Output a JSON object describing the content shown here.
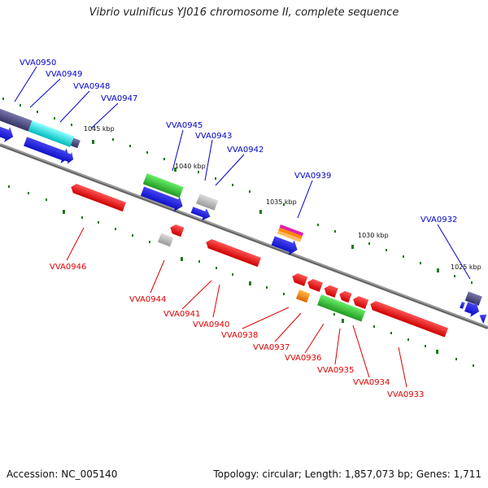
{
  "title": "Vibrio vulnificus YJ016 chromosome II, complete sequence",
  "footer": {
    "accession": "Accession: NC_005140",
    "topology": "Topology: circular; Length: 1,857,073 bp; Genes: 1,711"
  },
  "kbp_labels": [
    "1045 kbp",
    "1040 kbp",
    "1035 kbp",
    "1030 kbp",
    "1025 kbp"
  ],
  "gene_labels": {
    "top": [
      "VVA0950",
      "VVA0949",
      "VVA0948",
      "VVA0947",
      "VVA0945",
      "VVA0943",
      "VVA0942",
      "VVA0939",
      "VVA0932"
    ],
    "bottom": [
      "VVA0946",
      "VVA0944",
      "VVA0941",
      "VVA0940",
      "VVA0938",
      "VVA0937",
      "VVA0936",
      "VVA0935",
      "VVA0934",
      "VVA0933"
    ]
  },
  "colors": {
    "blue": "#0000cc",
    "cyan": "#00e0e0",
    "purple": "#4a4a8a",
    "green": "#33cc33",
    "gray": "#b0b0b0",
    "red": "#ee0000",
    "orange": "#ff8800",
    "magenta": "#dd22aa"
  }
}
